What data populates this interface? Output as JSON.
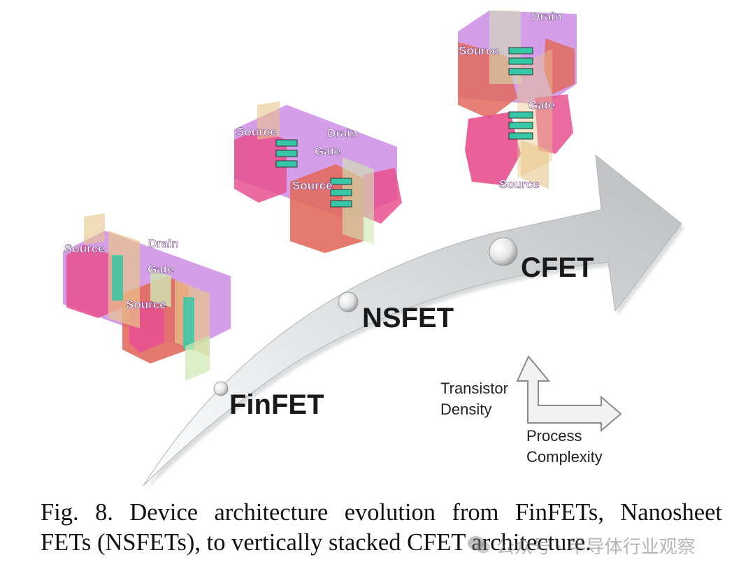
{
  "devices": {
    "finfet": {
      "source": "Source",
      "drain": "Drain",
      "gate": "Gate",
      "source2": "Source"
    },
    "nsfet": {
      "source": "Source",
      "drain": "Drain",
      "gate": "Gate",
      "source2": "Source"
    },
    "cfet": {
      "drain": "Drain",
      "source": "Source",
      "gate": "Gate",
      "source2": "Source"
    }
  },
  "stages": [
    "FinFET",
    "NSFET",
    "CFET"
  ],
  "axes": {
    "vertical_label_line1": "Transistor",
    "vertical_label_line2": "Density",
    "horizontal_label_line1": "Process",
    "horizontal_label_line2": "Complexity"
  },
  "caption": {
    "line1": "Fig. 8. Device architecture evolution from FinFETs, Nanosheet",
    "line2": "FETs (NSFETs), to vertically stacked CFET architecture."
  },
  "watermark": {
    "text": "公众号 · 半导体行业观察"
  },
  "colors": {
    "source_drain_purple": "#b04fd6",
    "epi_pink": "#e8508f",
    "epi_red": "#e26a5e",
    "gate_beige": "#e8c58a",
    "channel_teal": "#35c7a6",
    "arrow_gray": "#bfc0c3"
  }
}
